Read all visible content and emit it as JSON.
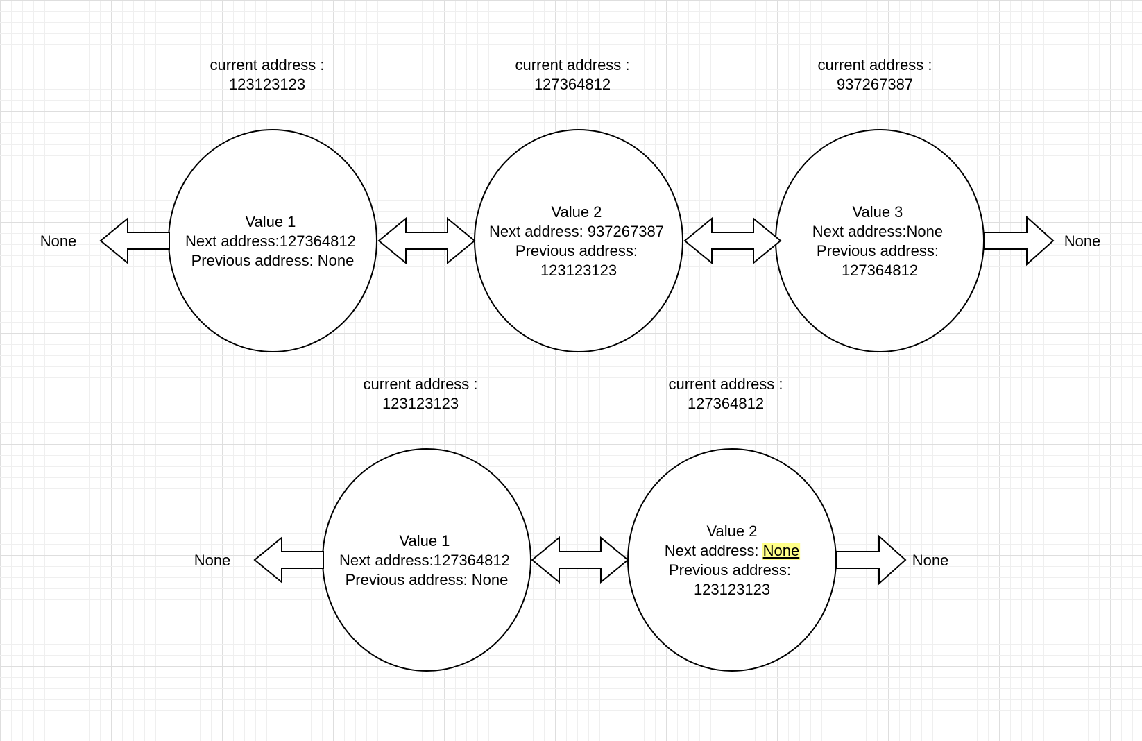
{
  "colors": {
    "background": "#ffffff",
    "grid_minor": "#efefef",
    "grid_major": "#dedede",
    "stroke": "#000000",
    "node_fill": "#ffffff",
    "highlight": "#ffff88"
  },
  "top_list": {
    "nodes": [
      {
        "address_label": "current address :",
        "address_value": "123123123",
        "lines": [
          "Value 1",
          "Next address:127364812",
          "Previous address: None"
        ]
      },
      {
        "address_label": "current address :",
        "address_value": "127364812",
        "lines": [
          "Value 2",
          "Next address: 937267387",
          "Previous address:",
          "123123123"
        ]
      },
      {
        "address_label": "current address :",
        "address_value": "937267387",
        "lines": [
          "Value 3",
          "Next address:None",
          "Previous address:",
          "127364812"
        ]
      }
    ],
    "left_end": "None",
    "right_end": "None"
  },
  "bottom_list": {
    "nodes": [
      {
        "address_label": "current address :",
        "address_value": "123123123",
        "lines": [
          "Value 1",
          "Next address:127364812",
          "Previous address: None"
        ]
      },
      {
        "address_label": "current address :",
        "address_value": "127364812",
        "line1": "Value 2",
        "next_label": "Next address: ",
        "next_value": "None",
        "line3": "Previous address:",
        "line4": "123123123"
      }
    ],
    "left_end": "None",
    "right_end": "None"
  }
}
